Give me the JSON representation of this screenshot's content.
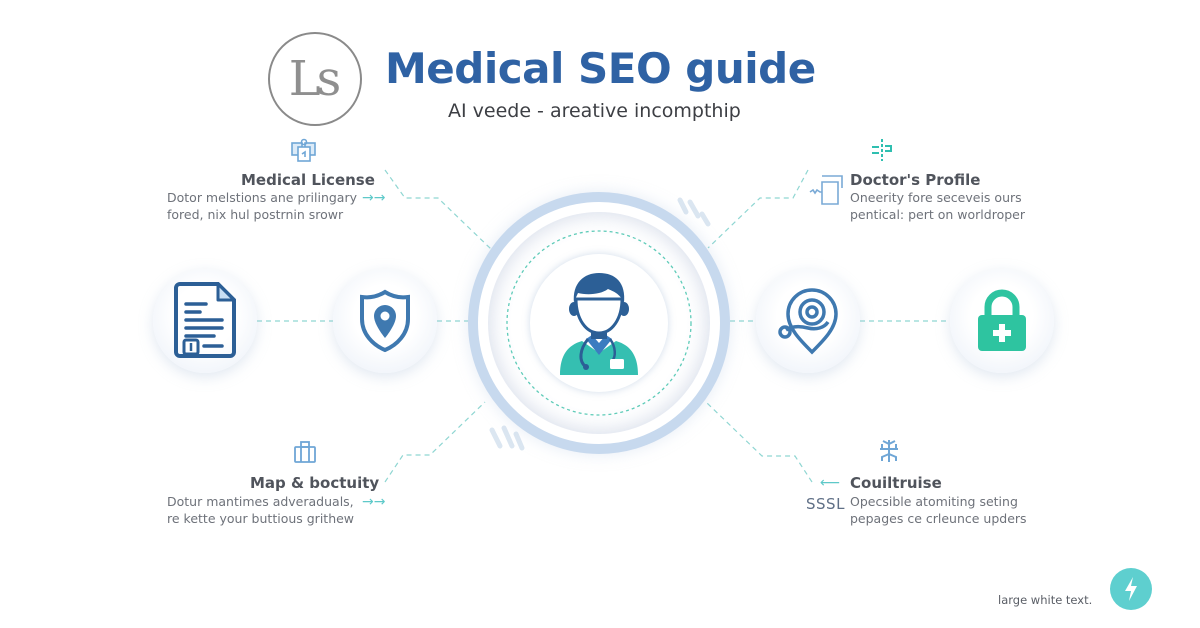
{
  "header": {
    "logo_text": "Ls",
    "title": "Medical SEO guide",
    "subtitle": "AI veede - areative incompthip"
  },
  "features": {
    "top_left": {
      "icon": "documents-icon",
      "title": "Medical License",
      "desc_line1": "Dotor melstions ane prilingary",
      "desc_line2": "fored, nix hul postrnin srowr",
      "arrow": "→→"
    },
    "top_right": {
      "icon": "circuit-icon",
      "title": "Doctor's Profile",
      "desc_line1": "Oneerity fore seceveis ours",
      "desc_line2": "pentical: pert on worldroper"
    },
    "bottom_left": {
      "icon": "building-icon",
      "title": "Map & boctuity",
      "desc_line1": "Dotur mantimes adveraduals,",
      "desc_line2": "re kette your buttious grithew",
      "arrow": "→→"
    },
    "bottom_right": {
      "icon": "tree-icon",
      "title": "Couiltruise",
      "desc_line1": "Opecsible atomiting seting",
      "desc_line2": "pepages ce crleunce upders",
      "arrow": "⟵",
      "side_label": "SSSL"
    }
  },
  "bubbles": [
    {
      "name": "document-icon"
    },
    {
      "name": "shield-location-icon"
    },
    {
      "name": "doctor-avatar-icon"
    },
    {
      "name": "stethoscope-pin-icon"
    },
    {
      "name": "medical-lock-icon"
    }
  ],
  "footer": {
    "text": "large white text.",
    "badge_icon": "lightning-icon"
  },
  "colors": {
    "brand_blue": "#2f62a4",
    "icon_blue": "#2c5f96",
    "teal": "#2ec4a0",
    "connector": "#7fd3d0",
    "ring": "#c7d9ee"
  }
}
